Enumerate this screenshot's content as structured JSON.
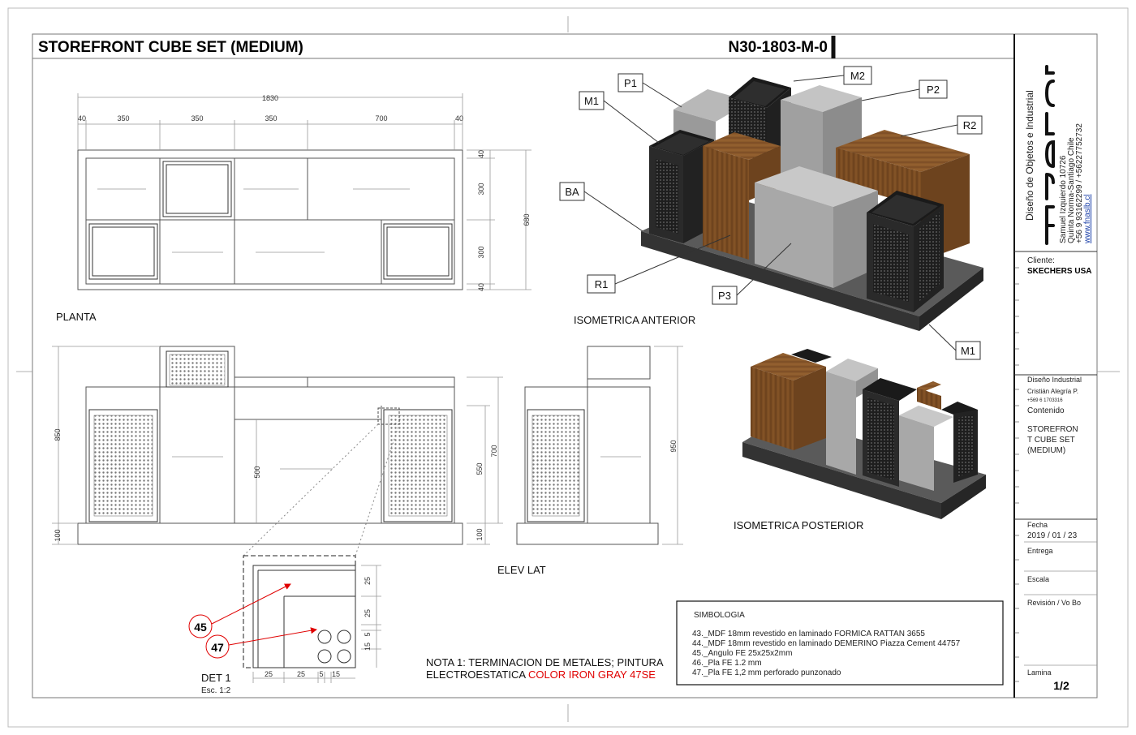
{
  "header": {
    "title": "STOREFRONT CUBE SET (MEDIUM)",
    "code": "N30-1803-M-0"
  },
  "views": {
    "plan": "PLANTA",
    "iso_front": "ISOMETRICA ANTERIOR",
    "iso_back": "ISOMETRICA POSTERIOR",
    "elev_lat": "ELEV LAT",
    "detail": "DET 1",
    "detail_scale": "Esc. 1:2"
  },
  "plan_dims": {
    "total": "1830",
    "top": [
      "40",
      "350",
      "350",
      "350",
      "700",
      "40"
    ],
    "right": [
      "40",
      "300",
      "300",
      "40"
    ],
    "height": "680"
  },
  "elev_dims": {
    "h850": "850",
    "h100a": "100",
    "h500": "500",
    "h550": "550",
    "h700": "700",
    "h100b": "100",
    "h950": "950"
  },
  "detail_dims": {
    "right": [
      "25",
      "25",
      "5",
      "15"
    ],
    "bottom": [
      "25",
      "25",
      "5",
      "15"
    ]
  },
  "callouts": {
    "c45": "45",
    "c47": "47"
  },
  "iso_tags": [
    "M1",
    "P1",
    "M2",
    "P2",
    "R2",
    "BA",
    "R1",
    "P3",
    "M1"
  ],
  "note": {
    "line1": "NOTA 1: TERMINACION  DE METALES; PINTURA",
    "line2_prefix": "ELECTROESTATICA ",
    "line2_color": "COLOR IRON GRAY 47SE"
  },
  "legend": {
    "title": "SIMBOLOGIA",
    "items": [
      "43._MDF 18mm revestido en laminado FORMICA RATTAN 3655",
      "44._MDF 18mm revestido en laminado DEMERINO Piazza Cement 44757",
      "45._Angulo FE 25x25x2mm",
      "46._Pla FE 1.2 mm",
      "47._Pla FE 1,2 mm perforado punzonado"
    ]
  },
  "titleblock": {
    "company_line": "Diseño de Objetos e Industrial",
    "address1": "Samuel Izquierdo 10726",
    "address2": "Quinta Norma-Santiago Chile",
    "phone": "+56 9 93162299  /  +56227752732",
    "web": "www.fnaslb.cl",
    "cliente_label": "Cliente:",
    "cliente": "SKECHERS USA",
    "diseno_label": "Diseño Industrial",
    "designer": "Cristián Alegría P.",
    "designer_phone": "+569 6 1703316",
    "contenido_label": "Contenido",
    "contenido": [
      "STOREFRON",
      "T CUBE SET",
      "(MEDIUM)"
    ],
    "fecha_label": "Fecha",
    "fecha": "2019 / 01 / 23",
    "entrega_label": "Entrega",
    "escala_label": "Escala",
    "revision_label": "Revisión  / Vo Bo",
    "lamina_label": "Lamina",
    "lamina": "1/2"
  },
  "colors": {
    "accent_red": "#e00000",
    "concrete": "#a9a9a9",
    "wood": "#8b5a2b",
    "metal": "#2b2b2b"
  }
}
